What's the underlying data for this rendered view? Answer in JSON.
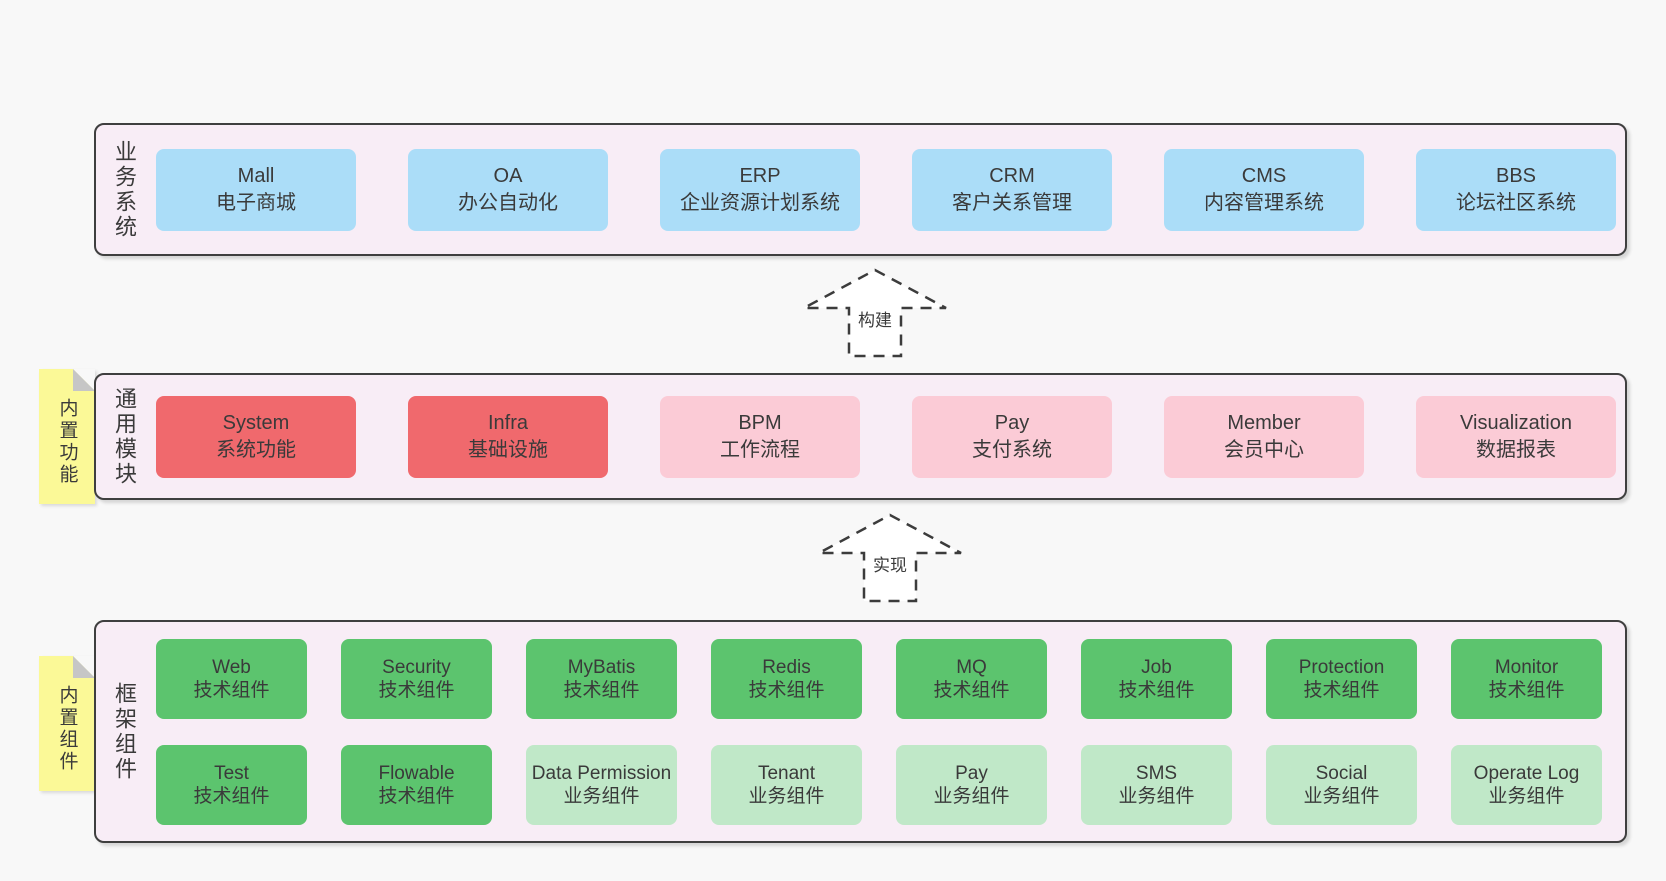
{
  "colors": {
    "page-bg": "#F8F8F8",
    "band-bg": "#F8EDF6",
    "line": "#3F3F3F",
    "text": "#3A3A3A",
    "blue": "#ABDDF8",
    "red": "#F0696D",
    "pink": "#FBCBD6",
    "green": "#5CC46E",
    "green-light": "#C0E8C8",
    "sticky": "#FBF997",
    "fold": "#C6C6C6"
  },
  "arrows": [
    {
      "label": "构建"
    },
    {
      "label": "实现"
    }
  ],
  "bands": [
    {
      "label": "业务系统",
      "sticky": null,
      "rows": [
        [
          {
            "name": "Mall",
            "desc": "电子商城",
            "type": "blue"
          },
          {
            "name": "OA",
            "desc": "办公自动化",
            "type": "blue"
          },
          {
            "name": "ERP",
            "desc": "企业资源计划系统",
            "type": "blue"
          },
          {
            "name": "CRM",
            "desc": "客户关系管理",
            "type": "blue"
          },
          {
            "name": "CMS",
            "desc": "内容管理系统",
            "type": "blue"
          },
          {
            "name": "BBS",
            "desc": "论坛社区系统",
            "type": "blue"
          }
        ]
      ]
    },
    {
      "label": "通用模块",
      "sticky": "内置功能",
      "rows": [
        [
          {
            "name": "System",
            "desc": "系统功能",
            "type": "red"
          },
          {
            "name": "Infra",
            "desc": "基础设施",
            "type": "red"
          },
          {
            "name": "BPM",
            "desc": "工作流程",
            "type": "pink"
          },
          {
            "name": "Pay",
            "desc": "支付系统",
            "type": "pink"
          },
          {
            "name": "Member",
            "desc": "会员中心",
            "type": "pink"
          },
          {
            "name": "Visualization",
            "desc": "数据报表",
            "type": "pink"
          }
        ]
      ]
    },
    {
      "label": "框架组件",
      "sticky": "内置组件",
      "rows": [
        [
          {
            "name": "Web",
            "desc": "技术组件",
            "type": "green"
          },
          {
            "name": "Security",
            "desc": "技术组件",
            "type": "green"
          },
          {
            "name": "MyBatis",
            "desc": "技术组件",
            "type": "green"
          },
          {
            "name": "Redis",
            "desc": "技术组件",
            "type": "green"
          },
          {
            "name": "MQ",
            "desc": "技术组件",
            "type": "green"
          },
          {
            "name": "Job",
            "desc": "技术组件",
            "type": "green"
          },
          {
            "name": "Protection",
            "desc": "技术组件",
            "type": "green"
          },
          {
            "name": "Monitor",
            "desc": "技术组件",
            "type": "green"
          }
        ],
        [
          {
            "name": "Test",
            "desc": "技术组件",
            "type": "green"
          },
          {
            "name": "Flowable",
            "desc": "技术组件",
            "type": "green"
          },
          {
            "name": "Data Permission",
            "desc": "业务组件",
            "type": "green-light"
          },
          {
            "name": "Tenant",
            "desc": "业务组件",
            "type": "green-light"
          },
          {
            "name": "Pay",
            "desc": "业务组件",
            "type": "green-light"
          },
          {
            "name": "SMS",
            "desc": "业务组件",
            "type": "green-light"
          },
          {
            "name": "Social",
            "desc": "业务组件",
            "type": "green-light"
          },
          {
            "name": "Operate Log",
            "desc": "业务组件",
            "type": "green-light"
          }
        ]
      ]
    }
  ]
}
